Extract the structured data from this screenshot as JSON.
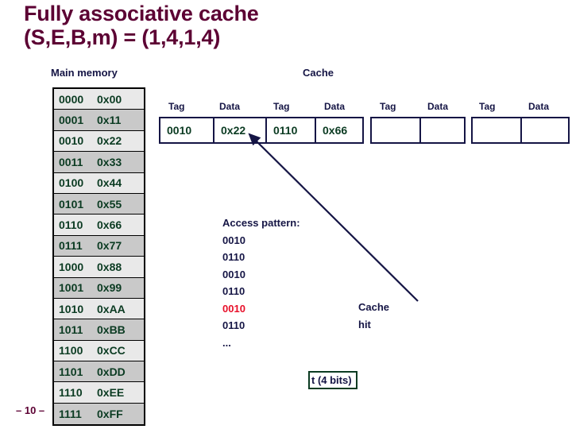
{
  "title": {
    "line1": "Fully associative cache",
    "line2": "(S,E,B,m) = (1,4,1,4)"
  },
  "captions": {
    "main_memory": "Main memory",
    "cache": "Cache"
  },
  "page_number": "– 10 –",
  "main_memory": {
    "rows": [
      {
        "address": "0000",
        "value": "0x00"
      },
      {
        "address": "0001",
        "value": "0x11"
      },
      {
        "address": "0010",
        "value": "0x22"
      },
      {
        "address": "0011",
        "value": "0x33"
      },
      {
        "address": "0100",
        "value": "0x44"
      },
      {
        "address": "0101",
        "value": "0x55"
      },
      {
        "address": "0110",
        "value": "0x66"
      },
      {
        "address": "0111",
        "value": "0x77"
      },
      {
        "address": "1000",
        "value": "0x88"
      },
      {
        "address": "1001",
        "value": "0x99"
      },
      {
        "address": "1010",
        "value": "0xAA"
      },
      {
        "address": "1011",
        "value": "0xBB"
      },
      {
        "address": "1100",
        "value": "0xCC"
      },
      {
        "address": "1101",
        "value": "0xDD"
      },
      {
        "address": "1110",
        "value": "0xEE"
      },
      {
        "address": "1111",
        "value": "0xFF"
      }
    ]
  },
  "cache": {
    "header_tag": "Tag",
    "header_data": "Data",
    "blocks": [
      {
        "tag": "0010",
        "data": "0x22"
      },
      {
        "tag": "0110",
        "data": "0x66"
      },
      {
        "tag": "",
        "data": ""
      },
      {
        "tag": "",
        "data": ""
      }
    ]
  },
  "access_pattern": {
    "title": "Access pattern:",
    "items": [
      "0010",
      "0110",
      "0010",
      "0110",
      "0010",
      "0110",
      "..."
    ],
    "highlighted_index": 4
  },
  "cache_hit": {
    "line1": "Cache",
    "line2": "hit"
  },
  "tag_bits_box": {
    "label": "t (4 bits)"
  },
  "colors": {
    "title": "#5C0033",
    "navy": "#151545",
    "green": "#0B3B22",
    "red": "#E8102A",
    "row_light": "#E9E9E9",
    "row_dark": "#C9C9C9"
  }
}
